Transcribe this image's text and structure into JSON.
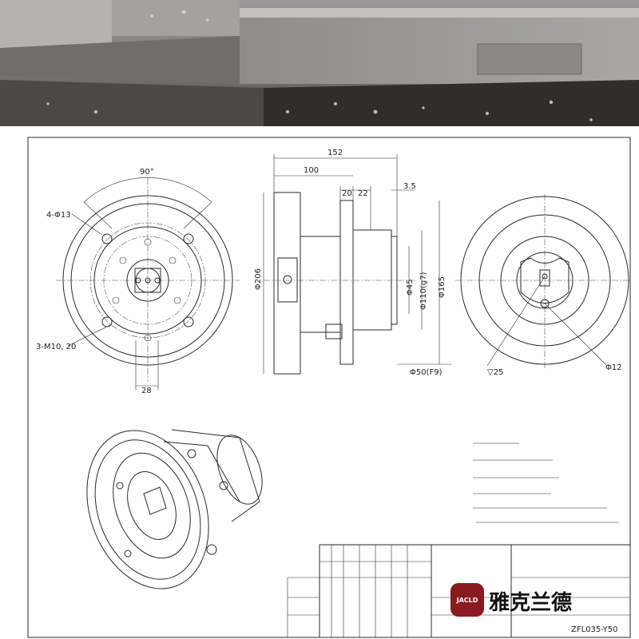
{
  "drawing": {
    "dim_angle": "90°",
    "dim_holes": "4-Φ13",
    "dim_thread": "3-M10, 20",
    "dim_28": "28",
    "dim_206": "Φ206",
    "dim_152": "152",
    "dim_100": "100",
    "dim_20": "20",
    "dim_22": "22",
    "dim_35": "3.5",
    "dim_45": "Φ45",
    "dim_110": "Φ110(g7)",
    "dim_165": "Φ165",
    "dim_50": "Φ50(F9)",
    "dim_depth": "▽25",
    "dim_12": "Φ12"
  },
  "title_block": {
    "drawing_number": "ZFL035-Y50"
  },
  "brand": {
    "logo_text": "JACLD",
    "name": "雅克兰德",
    "logo_color": "#8b1a1f"
  }
}
